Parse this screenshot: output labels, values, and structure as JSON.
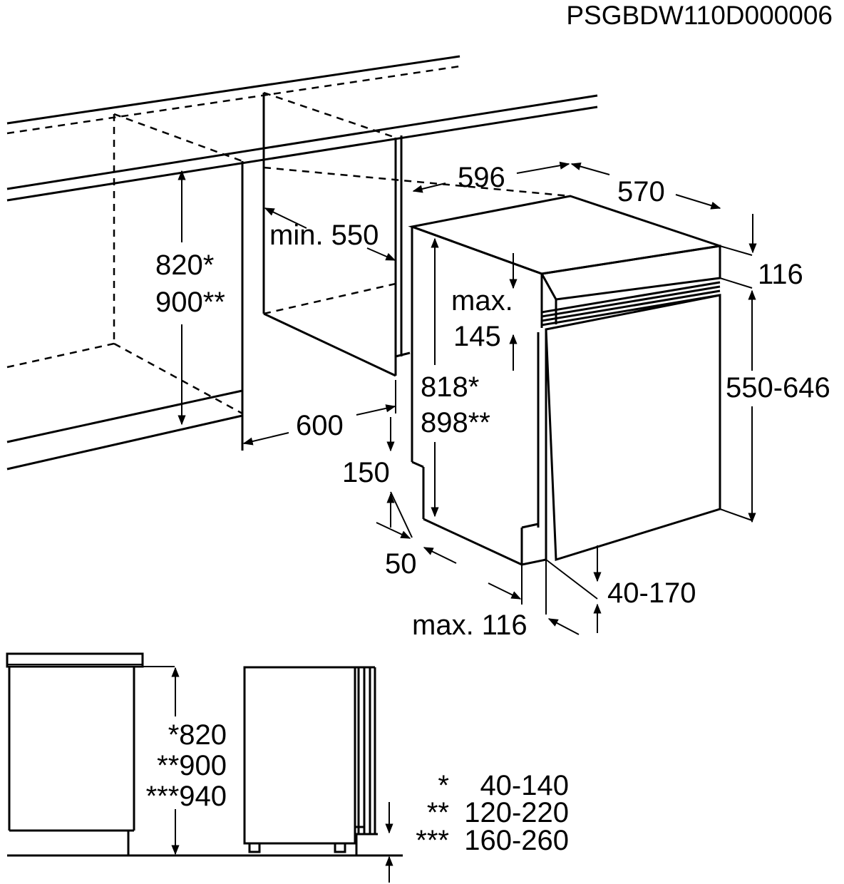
{
  "diagram_code": "PSGBDW110D000006",
  "installation_view": {
    "cabinet_height": [
      "820*",
      "900**"
    ],
    "niche_depth": "min. 550",
    "niche_width": "600",
    "appliance_width": "596",
    "appliance_depth": "570",
    "worktop_gap": "116",
    "panel_top_label": [
      "max.",
      "145"
    ],
    "appliance_height": [
      "818*",
      "898**"
    ],
    "door_height": "550-646",
    "plinth_height": "150",
    "plinth_depth": "50",
    "plinth_gap": "40-170",
    "plinth_offset": "max. 116"
  },
  "side_view": {
    "heights": [
      "*820",
      "**900",
      "***940"
    ],
    "foot_rows": [
      {
        "mark": "*",
        "value": "40-140"
      },
      {
        "mark": "**",
        "value": "120-220"
      },
      {
        "mark": "***",
        "value": "160-260"
      }
    ]
  }
}
